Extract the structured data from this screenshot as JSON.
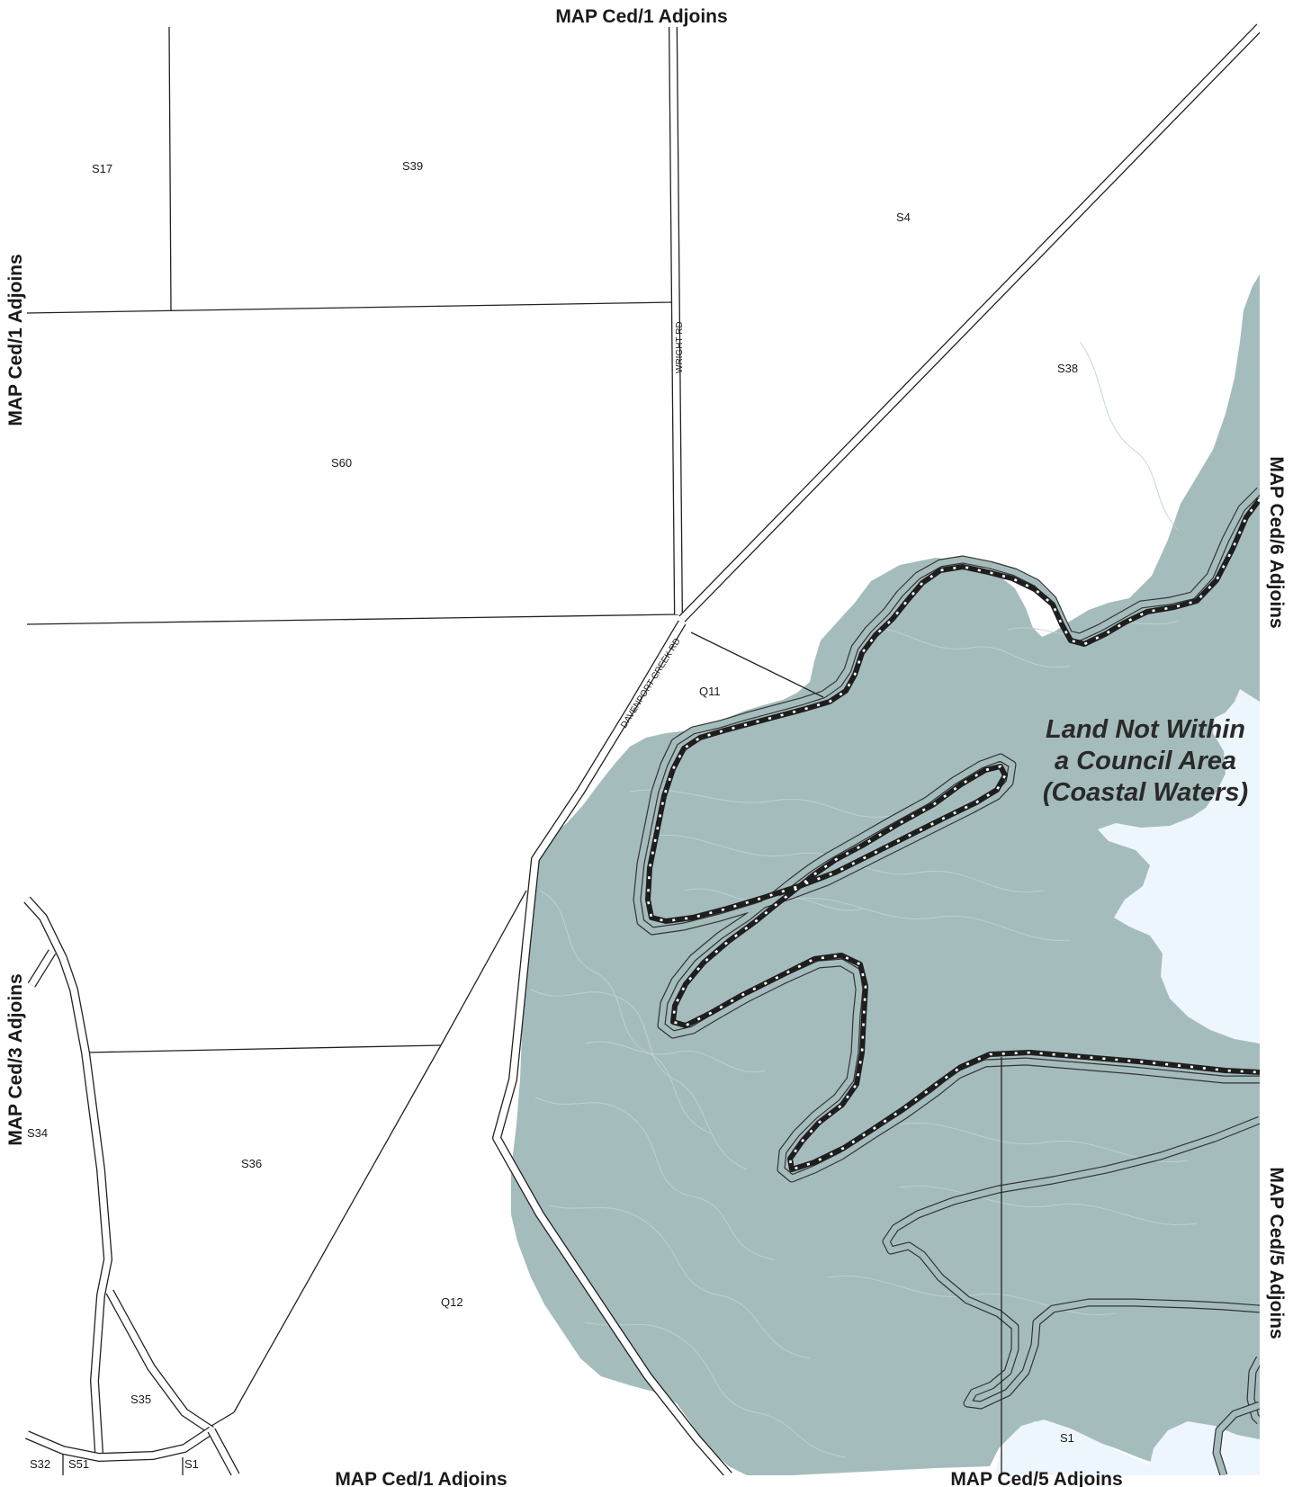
{
  "adjoin_labels": {
    "top": "MAP Ced/1 Adjoins",
    "left": "MAP Ced/1 Adjoins",
    "left_lower": "MAP Ced/3 Adjoins",
    "right_upper": "MAP Ced/6 Adjoins",
    "right_lower": "MAP Ced/5 Adjoins",
    "bottom_left": "MAP Ced/1 Adjoins",
    "bottom_right": "MAP Ced/5 Adjoins"
  },
  "parcels": {
    "s17": "S17",
    "s39": "S39",
    "s4": "S4",
    "s38": "S38",
    "s60": "S60",
    "q11": "Q11",
    "s34": "S34",
    "s36": "S36",
    "q12": "Q12",
    "s35": "S35",
    "s32": "S32",
    "s51": "S51",
    "s1_bottom": "S1",
    "s1_right": "S1"
  },
  "roads": {
    "wright": "WRIGHT RD",
    "davenport": "DAVENPORT CREEK RD"
  },
  "region_label": {
    "line1": "Land Not Within",
    "line2": "a Council Area",
    "line3": "(Coastal Waters)"
  },
  "colors": {
    "water": "#a5bcbd",
    "light_water": "#edf6fc",
    "boundary": "#1e1e1e"
  }
}
